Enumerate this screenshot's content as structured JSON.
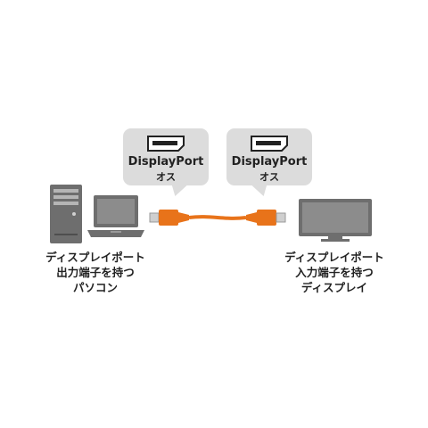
{
  "connectors": {
    "left": {
      "line1": "DisplayPort",
      "line2": "オス"
    },
    "right": {
      "line1": "DisplayPort",
      "line2": "オス"
    }
  },
  "source_device": {
    "lines": [
      "ディスプレイポート",
      "出力端子を持つ",
      "パソコン"
    ]
  },
  "target_device": {
    "lines": [
      "ディスプレイポート",
      "入力端子を持つ",
      "ディスプレイ"
    ]
  },
  "colors": {
    "cable": "#e8731a",
    "bubble": "#dcdcdc",
    "device": "#6e6e6e",
    "text": "#222222"
  },
  "icons": [
    "desktop-tower-icon",
    "laptop-icon",
    "displayport-connector-icon",
    "cable-icon",
    "monitor-icon"
  ]
}
